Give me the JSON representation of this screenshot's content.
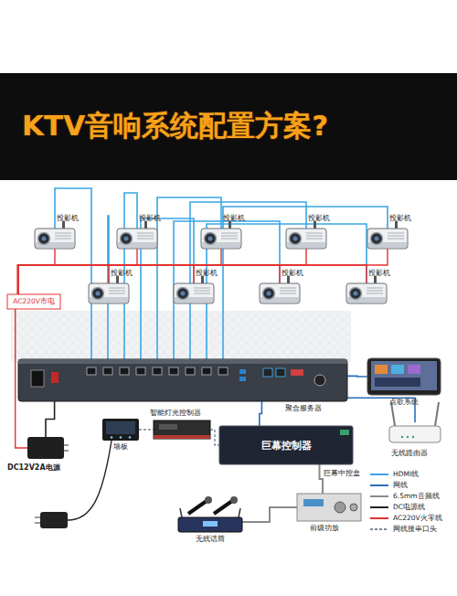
{
  "diagram": {
    "title": "KTV音响系统配置方案?",
    "nodes": [
      {
        "text": [
          "投影机"
        ]
      },
      {
        "text": [
          "投影机"
        ]
      },
      {
        "text": [
          "投影机"
        ]
      },
      {
        "text": [
          "投影机"
        ]
      },
      {
        "text": [
          "投影机"
        ]
      },
      {
        "text": [
          "投影机"
        ]
      },
      {
        "text": [
          "投影机"
        ]
      },
      {
        "text": [
          "投影机"
        ]
      },
      {
        "text": [
          "投影机"
        ]
      },
      {
        "text": [
          "AC220V市电"
        ]
      },
      {
        "text": [
          "聚合服务器"
        ]
      },
      {
        "text": [
          "点歌系统"
        ]
      },
      {
        "text": [
          "墙板"
        ]
      },
      {
        "text": [
          "智能灯光控制器"
        ]
      },
      {
        "text": [
          "巨幕控制器"
        ]
      },
      {
        "text": [
          "无线路由器"
        ]
      },
      {
        "text": [
          "前级功放"
        ]
      },
      {
        "text": [
          "无线话筒"
        ]
      },
      {
        "text": [
          "DC12V2A电源"
        ]
      }
    ],
    "edges": [
      {
        "from": 0,
        "to": 10,
        "arrow": "none"
      },
      {
        "from": 1,
        "to": 10,
        "arrow": "none"
      },
      {
        "from": 2,
        "to": 10,
        "arrow": "none"
      },
      {
        "from": 3,
        "to": 10,
        "arrow": "none"
      },
      {
        "from": 4,
        "to": 10,
        "arrow": "none"
      },
      {
        "from": 5,
        "to": 10,
        "arrow": "none"
      },
      {
        "from": 6,
        "to": 10,
        "arrow": "none"
      },
      {
        "from": 7,
        "to": 10,
        "arrow": "none"
      },
      {
        "from": 8,
        "to": 10,
        "arrow": "none"
      },
      {
        "from": 9,
        "to": 0,
        "arrow": "none"
      },
      {
        "from": 9,
        "to": 1,
        "arrow": "none"
      },
      {
        "from": 9,
        "to": 2,
        "arrow": "none"
      },
      {
        "from": 9,
        "to": 3,
        "arrow": "none"
      },
      {
        "from": 9,
        "to": 4,
        "arrow": "none"
      },
      {
        "from": 9,
        "to": 5,
        "arrow": "none"
      },
      {
        "from": 9,
        "to": 6,
        "arrow": "none"
      },
      {
        "from": 9,
        "to": 7,
        "arrow": "none"
      },
      {
        "from": 9,
        "to": 8,
        "arrow": "none"
      },
      {
        "from": 10,
        "to": 11,
        "arrow": "none"
      },
      {
        "from": 10,
        "to": 14,
        "arrow": "none"
      },
      {
        "from": 10,
        "to": 15,
        "arrow": "none"
      },
      {
        "from": 12,
        "to": 13,
        "arrow": "none"
      },
      {
        "from": 13,
        "to": 14,
        "arrow": "none"
      },
      {
        "from": 14,
        "to": 16,
        "arrow": "none"
      },
      {
        "from": 17,
        "to": 16,
        "arrow": "none"
      },
      {
        "from": 18,
        "to": 10,
        "arrow": "none"
      },
      {
        "from": 9,
        "to": 18,
        "arrow": "none"
      }
    ],
    "labels": [
      "巨幕中控盒"
    ],
    "legend": [
      {
        "text": "HDMI线"
      },
      {
        "text": "网线"
      },
      {
        "text": "6.5mm音频线"
      },
      {
        "text": "DC电源线"
      },
      {
        "text": "AC220V火零线"
      },
      {
        "text": "网线接串口头"
      }
    ]
  }
}
